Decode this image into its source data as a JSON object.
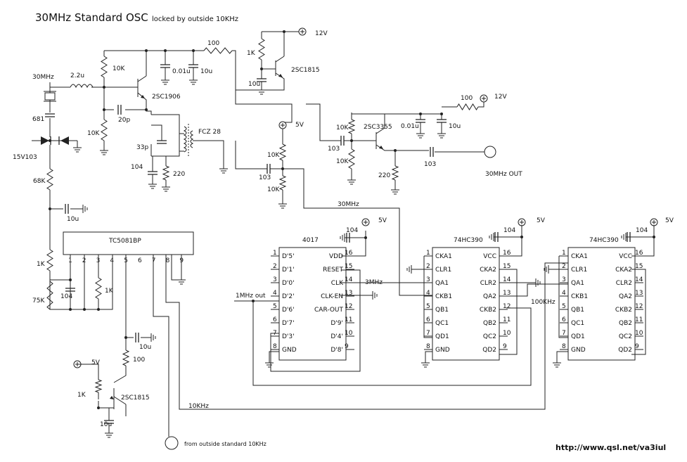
{
  "header": {
    "title": "30MHz Standard OSC",
    "subtitle": "locked by outside 10KHz"
  },
  "footer": {
    "url": "http://www.qsl.net/va3iul"
  },
  "labels": {
    "12v": "12V",
    "5v": "5V",
    "crystal": "30MHz",
    "l1": "2.2u",
    "r100": "100",
    "r1k": "1K",
    "r10k": "10K",
    "r68k": "68K",
    "r75k": "75K",
    "r220": "220",
    "c001": "0.01u",
    "c10u": "10u",
    "c20p": "20p",
    "c33p": "33p",
    "c104": "104",
    "c103": "103",
    "c681": "681",
    "varicap": "15V103",
    "q1": "2SC1906",
    "q2": "2SC1815",
    "q3": "2SC3355",
    "q4": "2SC1815",
    "transformer": "FCZ 28",
    "out30": "30MHz OUT",
    "net30": "30MHz",
    "net3": "3MHz",
    "net1": "1MHz out",
    "net100k": "100KHz",
    "net10k": "10KHz",
    "ext10k": "from outside standard 10KHz"
  },
  "tc5081": {
    "name": "TC5081BP",
    "pins": [
      "1",
      "2",
      "3",
      "4",
      "5",
      "6",
      "7",
      "8",
      "9"
    ]
  },
  "ic4017": {
    "name": "4017",
    "left": [
      {
        "n": "1",
        "l": "D'5'"
      },
      {
        "n": "2",
        "l": "D'1'"
      },
      {
        "n": "3",
        "l": "D'0'"
      },
      {
        "n": "4",
        "l": "D'2'"
      },
      {
        "n": "5",
        "l": "D'6'"
      },
      {
        "n": "6",
        "l": "D'7'"
      },
      {
        "n": "7",
        "l": "D'3'"
      },
      {
        "n": "8",
        "l": "GND"
      }
    ],
    "right": [
      {
        "n": "16",
        "l": "VDD"
      },
      {
        "n": "15",
        "l": "RESET"
      },
      {
        "n": "14",
        "l": "CLK"
      },
      {
        "n": "13",
        "l": "CLK-EN"
      },
      {
        "n": "12",
        "l": "CAR-OUT"
      },
      {
        "n": "11",
        "l": "D'9'"
      },
      {
        "n": "10",
        "l": "D'4'"
      },
      {
        "n": "9",
        "l": "D'8'"
      }
    ]
  },
  "ic390a": {
    "name": "74HC390",
    "left": [
      {
        "n": "1",
        "l": "CKA1"
      },
      {
        "n": "2",
        "l": "CLR1"
      },
      {
        "n": "3",
        "l": "QA1"
      },
      {
        "n": "4",
        "l": "CKB1"
      },
      {
        "n": "5",
        "l": "QB1"
      },
      {
        "n": "6",
        "l": "QC1"
      },
      {
        "n": "7",
        "l": "QD1"
      },
      {
        "n": "8",
        "l": "GND"
      }
    ],
    "right": [
      {
        "n": "16",
        "l": "VCC"
      },
      {
        "n": "15",
        "l": "CKA2"
      },
      {
        "n": "14",
        "l": "CLR2"
      },
      {
        "n": "13",
        "l": "QA2"
      },
      {
        "n": "12",
        "l": "CKB2"
      },
      {
        "n": "11",
        "l": "QB2"
      },
      {
        "n": "10",
        "l": "QC2"
      },
      {
        "n": "9",
        "l": "QD2"
      }
    ]
  },
  "ic390b": {
    "name": "74HC390",
    "left": [
      {
        "n": "1",
        "l": "CKA1"
      },
      {
        "n": "2",
        "l": "CLR1"
      },
      {
        "n": "3",
        "l": "QA1"
      },
      {
        "n": "4",
        "l": "CKB1"
      },
      {
        "n": "5",
        "l": "QB1"
      },
      {
        "n": "6",
        "l": "QC1"
      },
      {
        "n": "7",
        "l": "QD1"
      },
      {
        "n": "8",
        "l": "GND"
      }
    ],
    "right": [
      {
        "n": "16",
        "l": "VCC"
      },
      {
        "n": "15",
        "l": "CKA2"
      },
      {
        "n": "14",
        "l": "CLR2"
      },
      {
        "n": "13",
        "l": "QA2"
      },
      {
        "n": "12",
        "l": "CKB2"
      },
      {
        "n": "11",
        "l": "QB2"
      },
      {
        "n": "10",
        "l": "QC2"
      },
      {
        "n": "9",
        "l": "QD2"
      }
    ]
  }
}
